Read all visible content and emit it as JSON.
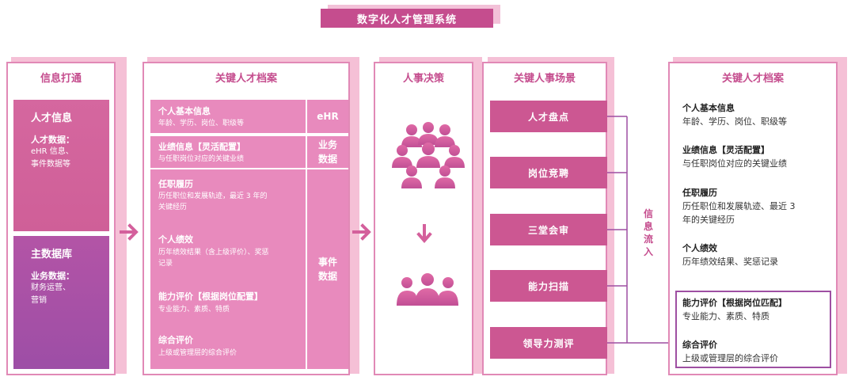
{
  "title": "数字化人才管理系统",
  "col1": {
    "header": "信息打通",
    "block1": {
      "title": "人才信息",
      "sub": "人才数据：",
      "text": [
        "eHR 信息、",
        "事件数据等"
      ]
    },
    "block2": {
      "title": "主数据库",
      "sub": "业务数据：",
      "text": [
        "财务运营、",
        "营销"
      ]
    }
  },
  "col2": {
    "header": "关键人才档案",
    "rows": [
      {
        "title": "个人基本信息",
        "text": [
          "年龄、学历、岗位、职级等"
        ]
      },
      {
        "title": "业绩信息【灵活配置】",
        "text": [
          "与任职岗位对应的关键业绩"
        ]
      },
      {
        "title": "任职履历",
        "text": [
          "历任职位和发展轨迹，最近 3 年的",
          "关键经历"
        ]
      },
      {
        "title": "个人绩效",
        "text": [
          "历年绩效结果（含上级评价）、奖惩",
          "记录"
        ]
      },
      {
        "title": "能力评价【根据岗位配置】",
        "text": [
          "专业能力、素质、特质"
        ]
      },
      {
        "title": "综合评价",
        "text": [
          "上级或管理层的综合评价"
        ]
      }
    ],
    "tags": [
      "eHR",
      "业务\n数据",
      "事件\n数据"
    ]
  },
  "col3": {
    "header": "人事决策"
  },
  "col4": {
    "header": "关键人事场景",
    "items": [
      "人才盘点",
      "岗位竞聘",
      "三堂会审",
      "能力扫描",
      "领导力测评"
    ],
    "flow_label": "信\n息\n流\n入"
  },
  "col5": {
    "header": "关键人才档案",
    "items": [
      {
        "title": "个人基本信息",
        "text": [
          "年龄、学历、岗位、职级等"
        ]
      },
      {
        "title": "业绩信息【灵活配置】",
        "text": [
          "与任职岗位对应的关键业绩"
        ]
      },
      {
        "title": "任职履历",
        "text": [
          "历任职位和发展轨迹、最近 3",
          "年的关键经历"
        ]
      },
      {
        "title": "个人绩效",
        "text": [
          "历年绩效结果、奖惩记录"
        ]
      },
      {
        "title": "能力评价【根据岗位匹配】",
        "text": [
          "专业能力、素质、特质"
        ]
      },
      {
        "title": "综合评价",
        "text": [
          "上级或管理层的综合评价"
        ]
      }
    ]
  },
  "colors": {
    "pink": "#e88abd",
    "magenta": "#cc5792",
    "purple": "#9e4fa2",
    "shadow": "#f5c0d6",
    "border": "#e189b6"
  },
  "icons": [
    "arrow-right-icon",
    "arrow-down-icon",
    "people-group-icon"
  ]
}
